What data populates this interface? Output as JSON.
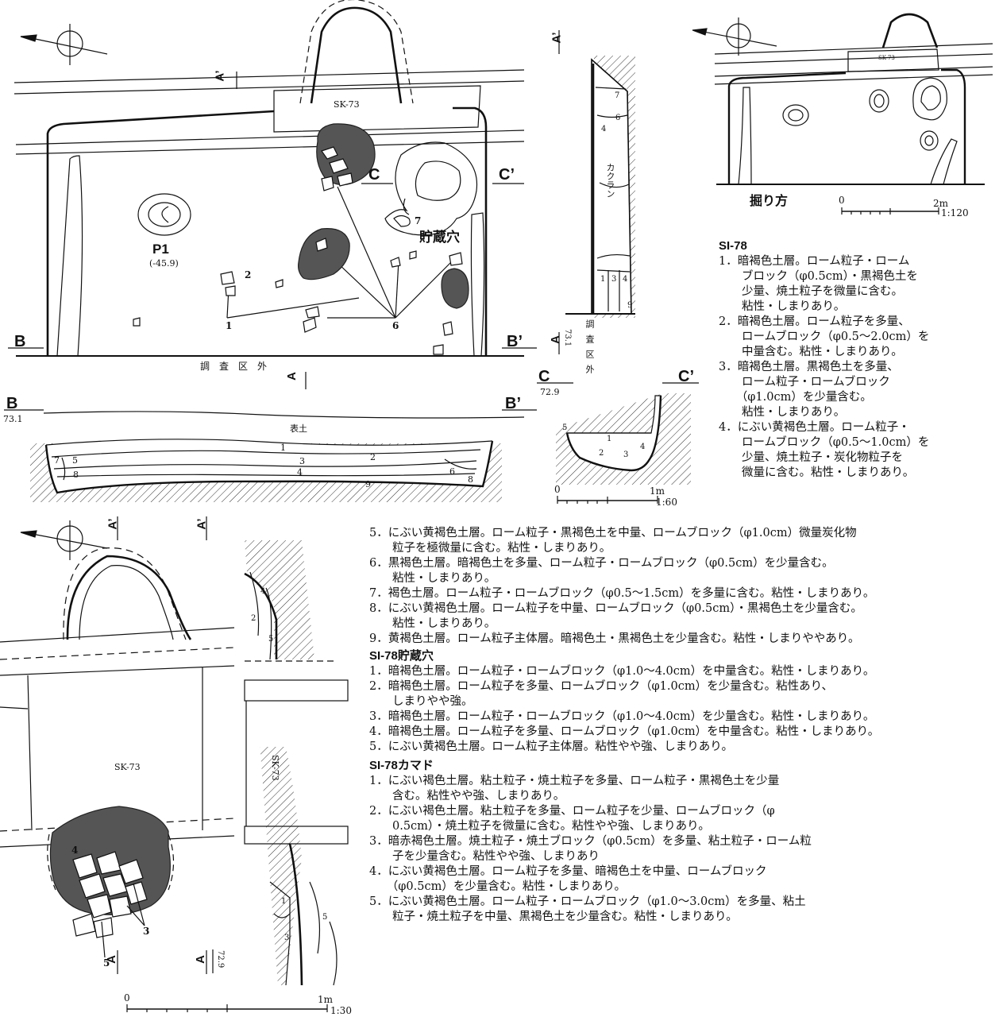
{
  "labels": {
    "sk73": "SK-73",
    "C": "C",
    "Cp": "C’",
    "B": "B",
    "Bp": "B’",
    "A": "A",
    "Ap": "A’",
    "P1": "P1",
    "P1_elev": "(-45.9)",
    "chozoana": "貯蔵穴",
    "outside_h": "調　査　区　外",
    "outside_v": "調査区外",
    "topsoil": "表土",
    "kakuran": "カクラン",
    "horikata": "掘り方",
    "elev_731": "73.1",
    "elev_729": "72.9",
    "n1": "1",
    "n2": "2",
    "n3": "3",
    "n4": "4",
    "n5": "5",
    "n6": "6",
    "n7": "7",
    "n8": "8",
    "n9": "9"
  },
  "scales": {
    "s120": {
      "zero": "0",
      "max": "2m",
      "ratio": "1:120"
    },
    "s60": {
      "zero": "0",
      "max": "1m",
      "ratio": "1:60"
    },
    "s30": {
      "zero": "0",
      "max": "1m",
      "ratio": "1:30"
    }
  },
  "legend": {
    "si78": {
      "title": "SI-78",
      "items": [
        "1．暗褐色土層。ローム粒子・ローム",
        "　　ブロック（φ0.5cm）・黒褐色土を",
        "　　少量、焼土粒子を微量に含む。",
        "　　粘性・しまりあり。",
        "2．暗褐色土層。ローム粒子を多量、",
        "　　ロームブロック（φ0.5～2.0cm）を",
        "　　中量含む。粘性・しまりあり。",
        "3．暗褐色土層。黒褐色土を多量、",
        "　　ローム粒子・ロームブロック",
        "　　（φ1.0cm）を少量含む。",
        "　　粘性・しまりあり。",
        "4．にぶい黄褐色土層。ローム粒子・",
        "　　ロームブロック（φ0.5～1.0cm）を",
        "　　少量、焼土粒子・炭化物粒子を",
        "　　微量に含む。粘性・しまりあり。"
      ]
    },
    "si78_cont": [
      "5．にぶい黄褐色土層。ローム粒子・黒褐色土を中量、ロームブロック（φ1.0cm）微量炭化物",
      "　　粒子を極微量に含む。粘性・しまりあり。",
      "6．黒褐色土層。暗褐色土を多量、ローム粒子・ロームブロック（φ0.5cm）を少量含む。",
      "　　粘性・しまりあり。",
      "7．褐色土層。ローム粒子・ロームブロック（φ0.5～1.5cm）を多量に含む。粘性・しまりあり。",
      "8．にぶい黄褐色土層。ローム粒子を中量、ロームブロック（φ0.5cm）・黒褐色土を少量含む。",
      "　　粘性・しまりあり。",
      "9．黄褐色土層。ローム粒子主体層。暗褐色土・黒褐色土を少量含む。粘性・しまりややあり。"
    ],
    "chozo": {
      "title": "SI-78貯蔵穴",
      "items": [
        "1．暗褐色土層。ローム粒子・ロームブロック（φ1.0～4.0cm）を中量含む。粘性・しまりあり。",
        "2．暗褐色土層。ローム粒子を多量、ロームブロック（φ1.0cm）を少量含む。粘性あり、",
        "　　しまりやや強。",
        "3．暗褐色土層。ローム粒子・ロームブロック（φ1.0～4.0cm）を少量含む。粘性・しまりあり。",
        "4．暗褐色土層。ローム粒子を多量、ロームブロック（φ1.0cm）を中量含む。粘性・しまりあり。",
        "5．にぶい黄褐色土層。ローム粒子主体層。粘性やや強、しまりあり。"
      ]
    },
    "kamado": {
      "title": "SI-78カマド",
      "items": [
        "1．にぶい褐色土層。粘土粒子・焼土粒子を多量、ローム粒子・黒褐色土を少量",
        "　　含む。粘性やや強、しまりあり。",
        "2．にぶい褐色土層。粘土粒子を多量、ローム粒子を少量、ロームブロック（φ",
        "　　0.5cm）・焼土粒子を微量に含む。粘性やや強、しまりあり。",
        "3．暗赤褐色土層。焼土粒子・焼土ブロック（φ0.5cm）を多量、粘土粒子・ローム粒",
        "　　子を少量含む。粘性やや強、しまりあり",
        "4．にぶい黄褐色土層。ローム粒子を多量、暗褐色土を中量、ロームブロック",
        "　　（φ0.5cm）を少量含む。粘性・しまりあり。",
        "5．にぶい黄褐色土層。ローム粒子・ロームブロック（φ1.0～3.0cm）を多量、粘土",
        "　　粒子・焼土粒子を中量、黒褐色土を少量含む。粘性・しまりあり。"
      ]
    }
  }
}
